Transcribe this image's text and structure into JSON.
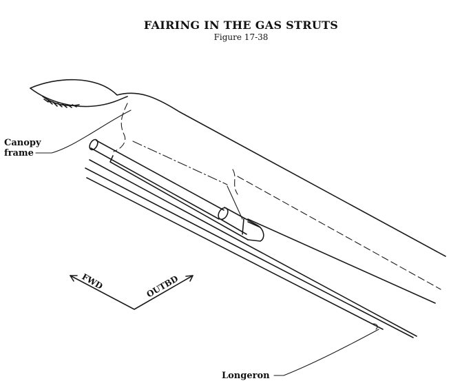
{
  "figure": {
    "title": "FAIRING IN THE GAS STRUTS",
    "subtitle": "Figure 17-38"
  },
  "labels": {
    "canopy_frame_line1": "Canopy",
    "canopy_frame_line2": "frame",
    "longeron": "Longeron",
    "fwd": "FWD",
    "outbd": "OUTBD"
  }
}
